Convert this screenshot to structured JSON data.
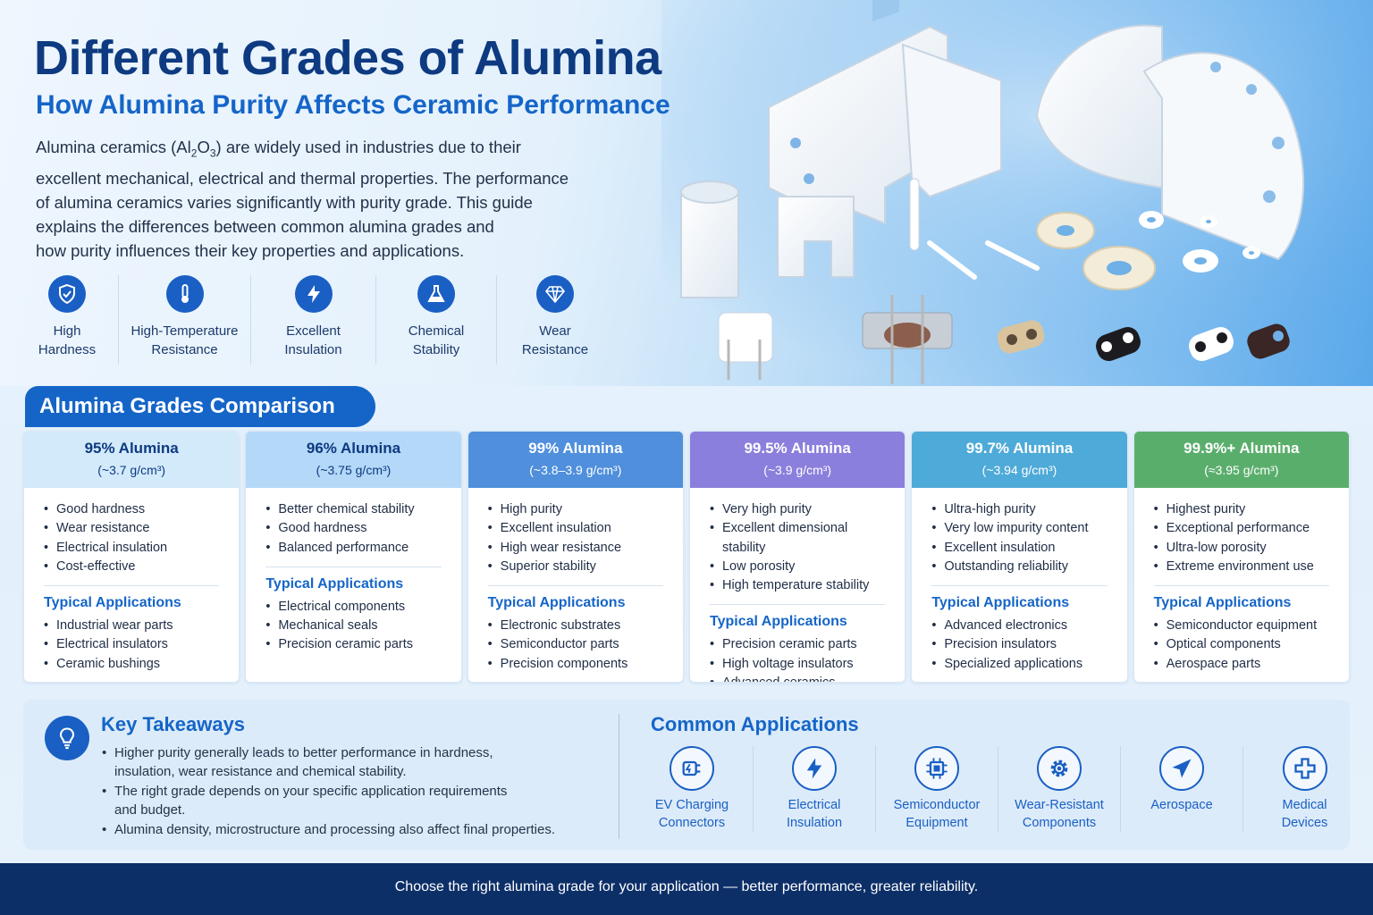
{
  "header": {
    "title": "Different Grades of Alumina",
    "subtitle": "How Alumina Purity Affects Ceramic Performance",
    "intro_lines": [
      "Alumina ceramics (Al",
      "O",
      ") are widely used in industries due to their",
      "excellent mechanical, electrical and thermal properties. The performance",
      "of alumina ceramics varies significantly with purity grade. This guide",
      "explains the differences between common alumina grades and",
      "how purity influences their key properties and applications."
    ],
    "formula_subs": [
      "2",
      "3"
    ]
  },
  "features": [
    {
      "icon": "shield-icon",
      "line1": "High",
      "line2": "Hardness"
    },
    {
      "icon": "thermometer-icon",
      "line1": "High-Temperature",
      "line2": "Resistance"
    },
    {
      "icon": "lightning-icon",
      "line1": "Excellent",
      "line2": "Insulation"
    },
    {
      "icon": "flask-icon",
      "line1": "Chemical",
      "line2": "Stability"
    },
    {
      "icon": "diamond-icon",
      "line1": "Wear",
      "line2": "Resistance"
    }
  ],
  "comparison": {
    "title": "Alumina Grades Comparison",
    "apps_label": "Typical Applications",
    "grades": [
      {
        "name": "95% Alumina",
        "density": "(~3.7 g/cm³)",
        "color": "#d3eafb",
        "text_color": "#0d3a80",
        "props": [
          "Good hardness",
          "Wear resistance",
          "Electrical insulation",
          "Cost-effective"
        ],
        "apps": [
          "Industrial wear parts",
          "Electrical insulators",
          "Ceramic bushings"
        ]
      },
      {
        "name": "96% Alumina",
        "density": "(~3.75 g/cm³)",
        "color": "#b4d8f8",
        "text_color": "#0d3a80",
        "props": [
          "Better chemical stability",
          "Good hardness",
          "Balanced performance"
        ],
        "apps": [
          "Electrical components",
          "Mechanical seals",
          "Precision ceramic parts"
        ]
      },
      {
        "name": "99% Alumina",
        "density": "(~3.8–3.9 g/cm³)",
        "color": "#4f8fdc",
        "text_color": "#ffffff",
        "props": [
          "High purity",
          "Excellent insulation",
          "High wear resistance",
          "Superior stability"
        ],
        "apps": [
          "Electronic substrates",
          "Semiconductor parts",
          "Precision components"
        ]
      },
      {
        "name": "99.5% Alumina",
        "density": "(~3.9 g/cm³)",
        "color": "#8a7fdc",
        "text_color": "#ffffff",
        "props": [
          "Very high purity",
          "Excellent dimensional stability",
          "Low porosity",
          "High temperature stability"
        ],
        "apps": [
          "Precision ceramic parts",
          "High voltage insulators",
          "Advanced ceramics"
        ]
      },
      {
        "name": "99.7% Alumina",
        "density": "(~3.94 g/cm³)",
        "color": "#4eaad8",
        "text_color": "#ffffff",
        "props": [
          "Ultra-high purity",
          "Very low impurity content",
          "Excellent insulation",
          "Outstanding reliability"
        ],
        "apps": [
          "Advanced electronics",
          "Precision insulators",
          "Specialized applications"
        ]
      },
      {
        "name": "99.9%+ Alumina",
        "density": "(≈3.95 g/cm³)",
        "color": "#5aae6c",
        "text_color": "#ffffff",
        "props": [
          "Highest purity",
          "Exceptional performance",
          "Ultra-low porosity",
          "Extreme environment use"
        ],
        "apps": [
          "Semiconductor equipment",
          "Optical components",
          "Aerospace parts"
        ]
      }
    ]
  },
  "takeaways": {
    "title": "Key Takeaways",
    "items": [
      [
        "Higher purity generally leads to better performance in hardness,",
        "insulation, wear resistance and chemical stability."
      ],
      [
        "The right grade depends on your specific application requirements",
        "and budget."
      ],
      [
        "Alumina density, microstructure and processing also affect final properties."
      ]
    ]
  },
  "common_apps": {
    "title": "Common Applications",
    "items": [
      {
        "icon": "ev-charger-icon",
        "line1": "EV Charging",
        "line2": "Connectors"
      },
      {
        "icon": "lightning-icon",
        "line1": "Electrical",
        "line2": "Insulation"
      },
      {
        "icon": "chip-icon",
        "line1": "Semiconductor",
        "line2": "Equipment"
      },
      {
        "icon": "gear-icon",
        "line1": "Wear-Resistant",
        "line2": "Components"
      },
      {
        "icon": "airplane-icon",
        "line1": "Aerospace",
        "line2": ""
      },
      {
        "icon": "medical-cross-icon",
        "line1": "Medical",
        "line2": "Devices"
      }
    ]
  },
  "footer": {
    "text": "Choose the right alumina grade for your application — better performance, greater reliability."
  },
  "colors": {
    "brand_dark": "#0d3a80",
    "brand": "#1565c8",
    "footer_bg": "#0d2f68"
  }
}
